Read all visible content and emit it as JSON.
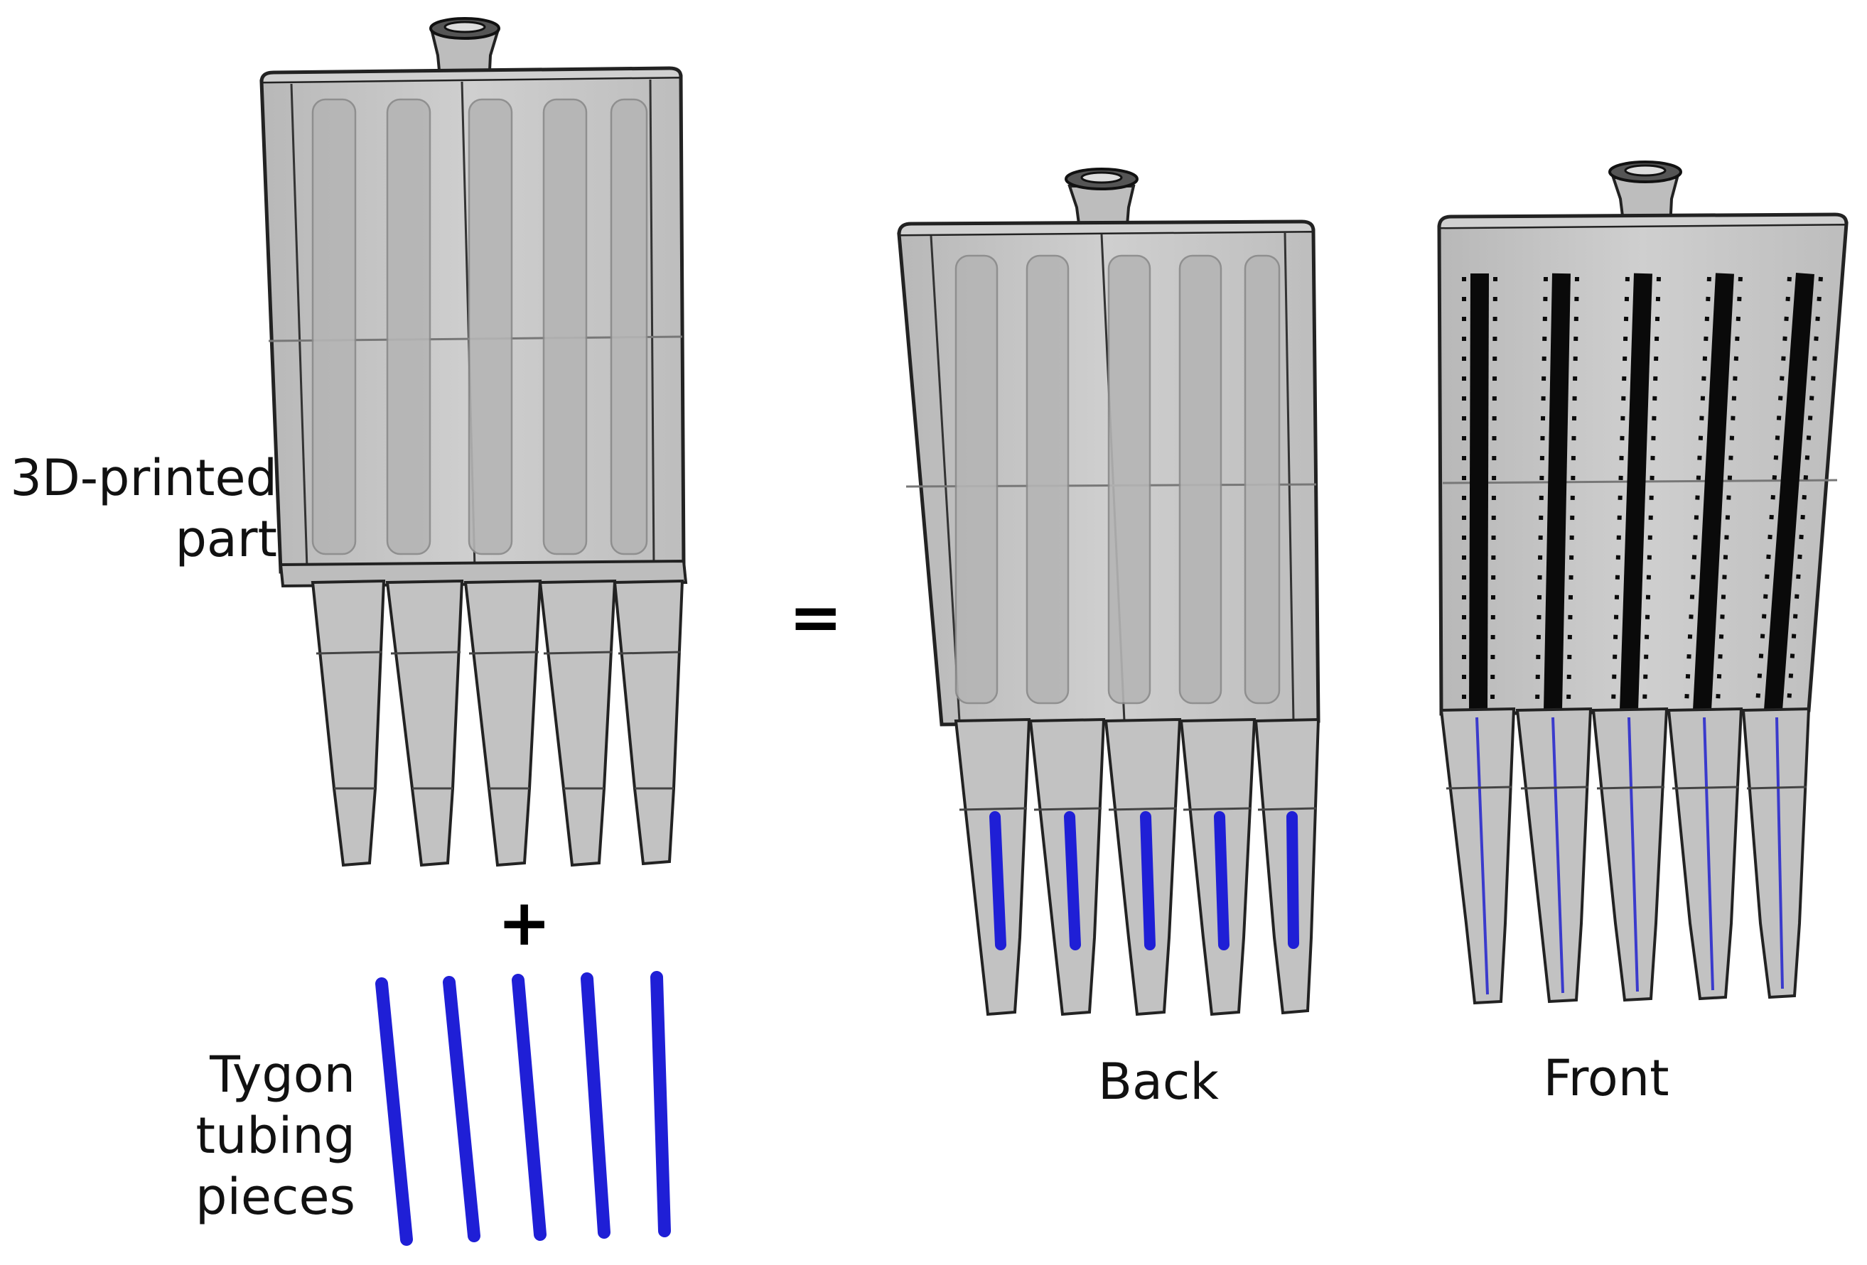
{
  "labels": {
    "printed_part_line1": "3D-printed",
    "printed_part_line2": "part",
    "tubing_line1": "Tygon",
    "tubing_line2": "tubing",
    "tubing_line3": "pieces",
    "back": "Back",
    "front": "Front"
  },
  "symbols": {
    "plus": "+",
    "equals": "="
  },
  "colors": {
    "body_fill": "#c6c6c6",
    "body_dark": "#9c9c9c",
    "outline": "#2a2a2a",
    "tubing": "#1f1fd6",
    "channel_black": "#0a0a0a"
  },
  "counts": {
    "tips_per_part": 5,
    "tubing_pieces": 5
  }
}
